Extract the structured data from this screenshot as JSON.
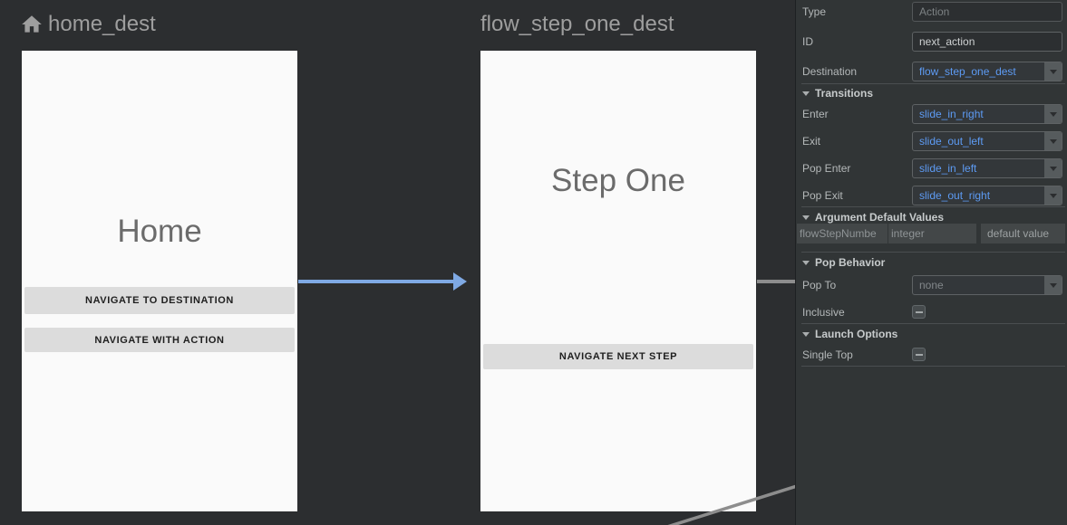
{
  "canvas": {
    "home": {
      "title": "home_dest",
      "screen_title": "Home",
      "button1": "NAVIGATE TO DESTINATION",
      "button2": "NAVIGATE WITH ACTION"
    },
    "step_one": {
      "title": "flow_step_one_dest",
      "screen_title": "Step One",
      "button1": "NAVIGATE NEXT STEP"
    }
  },
  "panel": {
    "type": {
      "label": "Type",
      "placeholder": "Action"
    },
    "id": {
      "label": "ID",
      "value": "next_action"
    },
    "destination": {
      "label": "Destination",
      "value": "flow_step_one_dest"
    },
    "transitions": {
      "title": "Transitions",
      "enter": {
        "label": "Enter",
        "value": "slide_in_right"
      },
      "exit": {
        "label": "Exit",
        "value": "slide_out_left"
      },
      "pop_enter": {
        "label": "Pop Enter",
        "value": "slide_in_left"
      },
      "pop_exit": {
        "label": "Pop Exit",
        "value": "slide_out_right"
      }
    },
    "arguments": {
      "title": "Argument Default Values",
      "name": "flowStepNumbe",
      "type": "integer",
      "default_placeholder": "default value"
    },
    "pop_behavior": {
      "title": "Pop Behavior",
      "pop_to": {
        "label": "Pop To",
        "value": "none"
      },
      "inclusive_label": "Inclusive"
    },
    "launch_options": {
      "title": "Launch Options",
      "single_top_label": "Single Top"
    }
  },
  "colors": {
    "arrow_blue": "#7fa9e4",
    "edge_gray": "#8d8d8d",
    "link_blue": "#5d9bf4",
    "canvas_bg": "#2c2e30",
    "panel_bg": "#313536",
    "phone_bg": "#fafafa"
  }
}
